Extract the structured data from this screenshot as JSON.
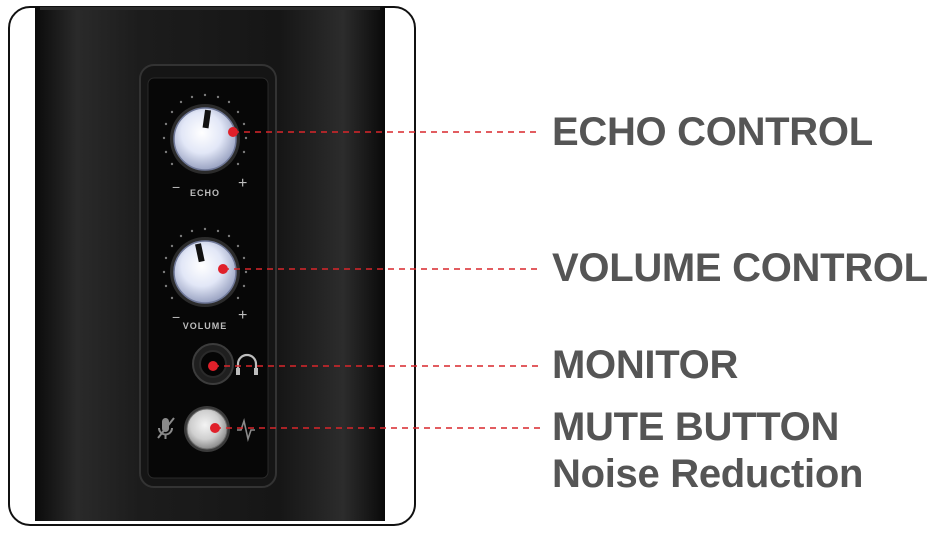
{
  "product_panel": {
    "knobs": {
      "echo": {
        "label": "ECHO",
        "minus": "−",
        "plus": "+"
      },
      "volume": {
        "label": "VOLUME",
        "minus": "−",
        "plus": "+"
      }
    }
  },
  "callouts": {
    "echo": "ECHO CONTROL",
    "volume": "VOLUME CONTROL",
    "monitor": "MONITOR",
    "mute": "MUTE BUTTON",
    "noise": "Noise Reduction"
  },
  "colors": {
    "callout_text": "#555555",
    "leader_line": "#d9262b",
    "marker_dot": "#e0202a",
    "knob_face": "#dfe4f5",
    "body": "#1a1a1a",
    "panel": "#0d0d0d"
  }
}
